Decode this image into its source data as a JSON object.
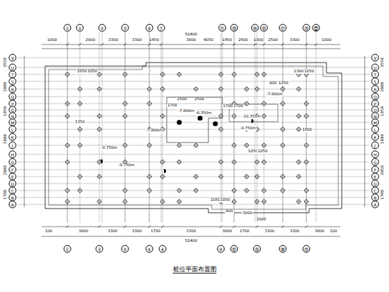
{
  "diagram": {
    "title": "桩位平面布置图",
    "labels": [
      "①",
      "②",
      "④",
      "⑤",
      "⑥",
      "⑦",
      "⑪",
      "⑬",
      "⑭",
      "⑮",
      "⑰",
      "⑳",
      "㉑",
      "①",
      "③",
      "⑤",
      "⑥",
      "⑧",
      "⑩",
      "⑫",
      "⑮",
      "⑱",
      "⑳",
      "V",
      "U",
      "T",
      "S",
      "R",
      "Q",
      "P",
      "O",
      "N",
      "M",
      "L",
      "K",
      "J",
      "H",
      "G",
      "F",
      "E",
      "D",
      "C",
      "B",
      "A",
      "V",
      "U",
      "T",
      "S",
      "R",
      "Q",
      "P",
      "O",
      "N",
      "M",
      "L",
      "K",
      "J",
      "H",
      "G",
      "F",
      "E",
      "D",
      "C",
      "B",
      "A",
      "1000",
      "2900",
      "3300",
      "3300",
      "1450",
      "3800",
      "4050",
      "1450",
      "2600",
      "1300",
      "2500",
      "3300",
      "1000",
      "52400",
      "100",
      "3800",
      "3300",
      "3300",
      "1700",
      "3300",
      "3800",
      "1700",
      "3300",
      "3300",
      "3800",
      "100",
      "52400",
      "3550",
      "2000",
      "1950",
      "1600",
      "2000",
      "1700",
      "3550",
      "2000",
      "1950",
      "1600",
      "2050",
      "1700",
      "1050",
      "1050",
      "1300",
      "1050",
      "800",
      "1250",
      "2500",
      "2500",
      "1700",
      "1700",
      "1700",
      "-7.800m",
      "-8.350m",
      "-7.800m",
      "-10.350m",
      "-7.800m",
      "-0.750m",
      "-0.750m",
      "-0.750m",
      "1050",
      "1050",
      "1050",
      "1050",
      "1350",
      "1800",
      "3000",
      "2000",
      "800"
    ]
  }
}
